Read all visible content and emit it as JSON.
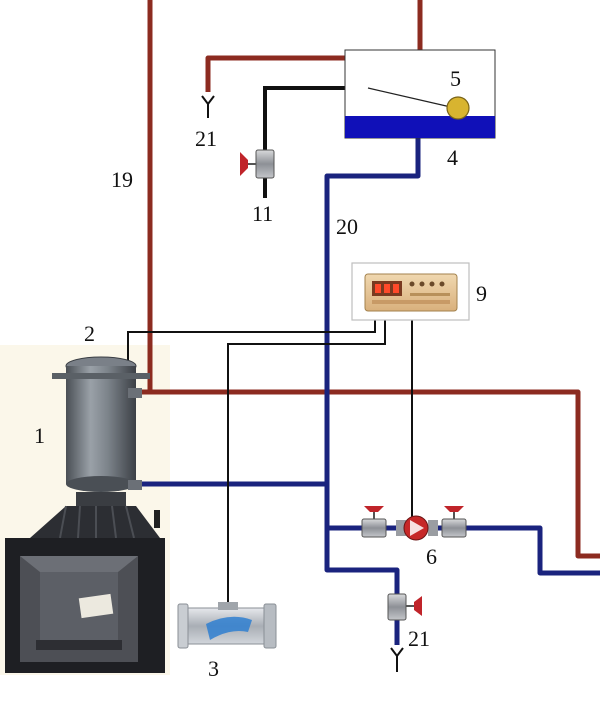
{
  "colors": {
    "hot_pipe": "#8c2b20",
    "cold_pipe": "#1a237e",
    "signal_wire": "#111111",
    "water": "#1010b8",
    "float": "#d8b430",
    "valve_handle": "#c0242a"
  },
  "labels": {
    "n1": "1",
    "n2": "2",
    "n3": "3",
    "n4": "4",
    "n5": "5",
    "n6": "6",
    "n9": "9",
    "n11": "11",
    "n19": "19",
    "n20": "20",
    "n21_top": "21",
    "n21_bottom": "21"
  },
  "icons": {
    "fireplace": "fireplace-insert-icon",
    "heat_exchanger": "heat-exchanger-tank-icon",
    "expansion_tank": "expansion-tank-icon",
    "float": "float-sensor-icon",
    "controller": "controller-panel-icon",
    "pump": "circulation-pump-icon",
    "valve": "shutoff-valve-icon",
    "filter": "mesh-filter-icon",
    "drain": "drain-outlet-icon"
  }
}
